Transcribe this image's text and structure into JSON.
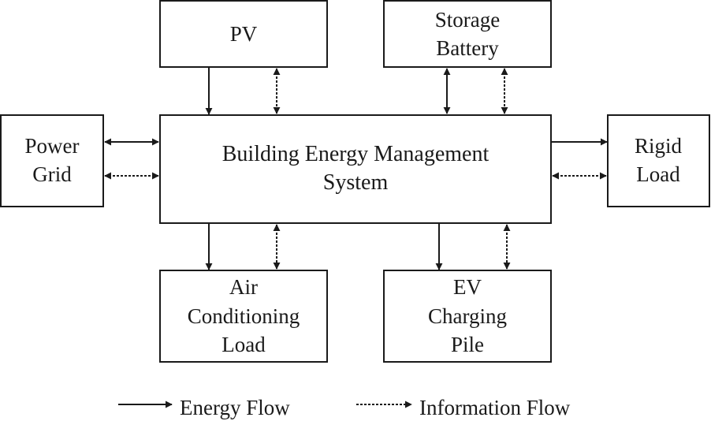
{
  "nodes": {
    "pv": {
      "lines": [
        "PV"
      ]
    },
    "storage_battery": {
      "lines": [
        "Storage",
        "Battery"
      ]
    },
    "power_grid": {
      "lines": [
        "Power",
        "Grid"
      ]
    },
    "bems": {
      "lines": [
        "Building Energy Management",
        "System"
      ]
    },
    "rigid_load": {
      "lines": [
        "Rigid",
        "Load"
      ]
    },
    "air_conditioning_load": {
      "lines": [
        "Air",
        "Conditioning",
        "Load"
      ]
    },
    "ev_charging_pile": {
      "lines": [
        "EV",
        "Charging",
        "Pile"
      ]
    }
  },
  "legend": {
    "energy_flow": "Energy Flow",
    "information_flow": "Information Flow"
  }
}
